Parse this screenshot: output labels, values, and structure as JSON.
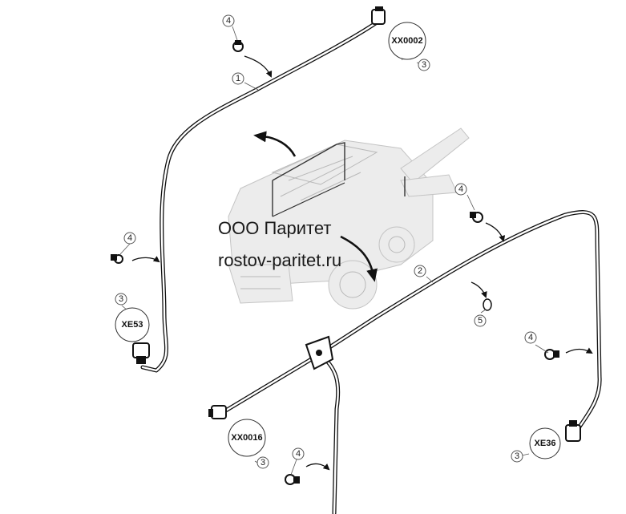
{
  "callouts": {
    "c4_top": "4",
    "c1": "1",
    "c3_xx0002": "3",
    "c4_left": "4",
    "c3_xe53": "3",
    "c4_right": "4",
    "c2": "2",
    "c5": "5",
    "c4_far_right": "4",
    "c3_xx0016": "3",
    "c4_bottom": "4",
    "c3_xe36": "3"
  },
  "connector_labels": {
    "xx0002": "XX0002",
    "xe53": "XE53",
    "xx0016": "XX0016",
    "xe36": "XE36"
  },
  "watermark": {
    "line1": "ООО Паритет",
    "line2": "rostov-paritet.ru"
  }
}
